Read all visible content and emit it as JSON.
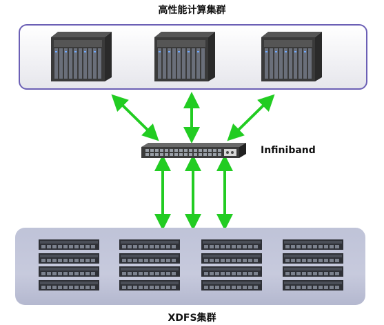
{
  "diagram": {
    "hpc_cluster_label": "高性能计算集群",
    "interconnect_label": "Infiniband",
    "storage_cluster_label": "XDFS集群"
  },
  "colors": {
    "hpc_border": "#6b5fb5",
    "storage_fill": "#c4c7db",
    "link_green": "#22cc22"
  },
  "icons": {
    "compute_node": "blade-server-icon",
    "interconnect": "network-switch-icon",
    "storage_unit": "rack-storage-icon"
  }
}
